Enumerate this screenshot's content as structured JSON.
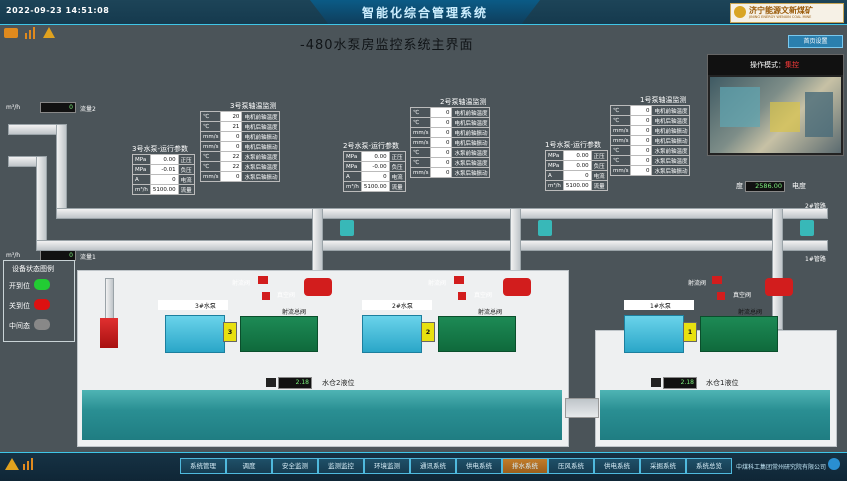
{
  "header": {
    "title": "智能化综合管理系统",
    "datetime": "2022-09-23  14:51:08",
    "logo_text": "济宁能源文新煤矿",
    "logo_sub": "JINING ENERGY WENXIN COAL MINE",
    "home_btn": "首页设置"
  },
  "main": {
    "page_title": "-480水泵房监控系统主界面",
    "video": {
      "label_prefix": "操作模式：",
      "label_value": "集控"
    },
    "power": {
      "label": "电度",
      "value": "2586.00"
    }
  },
  "flowmeters": [
    {
      "label": "流量2",
      "value": "0",
      "unit": "m³/h"
    },
    {
      "label": "流量1",
      "value": "0",
      "unit": "m³/h"
    }
  ],
  "pipes": {
    "main2": "2#管路",
    "main1": "1#管路"
  },
  "pumps": [
    {
      "number": "3",
      "sensor_title": "3号泵轴温监测",
      "sensor_rows": [
        {
          "label": "电机前轴温度",
          "value": "20",
          "unit": "℃"
        },
        {
          "label": "电机后轴温度",
          "value": "21",
          "unit": "℃"
        },
        {
          "label": "电机前轴振动",
          "value": "0",
          "unit": "mm/s"
        },
        {
          "label": "电机后轴振动",
          "value": "0",
          "unit": "mm/s"
        },
        {
          "label": "水泵前轴温度",
          "value": "22",
          "unit": "℃"
        },
        {
          "label": "水泵后轴温度",
          "value": "22",
          "unit": "℃"
        },
        {
          "label": "水泵后轴振动",
          "value": "0",
          "unit": "mm/s"
        }
      ],
      "param_title": "3号水泵-运行参数",
      "param_rows": [
        {
          "unit": "MPa",
          "value": "0.00",
          "label": "正压"
        },
        {
          "unit": "MPa",
          "value": "-0.01",
          "label": "负压"
        },
        {
          "unit": "A",
          "value": "0",
          "label": "电流"
        },
        {
          "unit": "m³/h",
          "value": "5100.00",
          "label": "流量"
        }
      ],
      "nameplate": "3#水泵",
      "vacuum_label": "真空阀",
      "jet_label": "射流阀",
      "jet_total_label": "射流总阀"
    },
    {
      "number": "2",
      "sensor_title": "2号泵轴温监测",
      "sensor_rows": [
        {
          "label": "电机前轴温度",
          "value": "0",
          "unit": "℃"
        },
        {
          "label": "电机后轴温度",
          "value": "0",
          "unit": "℃"
        },
        {
          "label": "电机前轴振动",
          "value": "0",
          "unit": "mm/s"
        },
        {
          "label": "电机后轴振动",
          "value": "0",
          "unit": "mm/s"
        },
        {
          "label": "水泵前轴温度",
          "value": "0",
          "unit": "℃"
        },
        {
          "label": "水泵后轴温度",
          "value": "0",
          "unit": "℃"
        },
        {
          "label": "水泵后轴振动",
          "value": "0",
          "unit": "mm/s"
        }
      ],
      "param_title": "2号水泵-运行参数",
      "param_rows": [
        {
          "unit": "MPa",
          "value": "0.00",
          "label": "正压"
        },
        {
          "unit": "MPa",
          "value": "-0.00",
          "label": "负压"
        },
        {
          "unit": "A",
          "value": "0",
          "label": "电流"
        },
        {
          "unit": "m³/h",
          "value": "5100.00",
          "label": "流量"
        }
      ],
      "nameplate": "2#水泵",
      "vacuum_label": "真空阀",
      "jet_label": "射流阀",
      "jet_total_label": "射流总阀"
    },
    {
      "number": "1",
      "sensor_title": "1号泵轴温监测",
      "sensor_rows": [
        {
          "label": "电机前轴温度",
          "value": "0",
          "unit": "℃"
        },
        {
          "label": "电机后轴温度",
          "value": "0",
          "unit": "℃"
        },
        {
          "label": "电机前轴振动",
          "value": "0",
          "unit": "mm/s"
        },
        {
          "label": "电机后轴振动",
          "value": "0",
          "unit": "mm/s"
        },
        {
          "label": "水泵前轴温度",
          "value": "0",
          "unit": "℃"
        },
        {
          "label": "水泵后轴温度",
          "value": "0",
          "unit": "℃"
        },
        {
          "label": "水泵后轴振动",
          "value": "0",
          "unit": "mm/s"
        }
      ],
      "param_title": "1号水泵-运行参数",
      "param_rows": [
        {
          "unit": "MPa",
          "value": "0.00",
          "label": "正压"
        },
        {
          "unit": "MPa",
          "value": "0.00",
          "label": "负压"
        },
        {
          "unit": "A",
          "value": "0",
          "label": "电流"
        },
        {
          "unit": "m³/h",
          "value": "5100.00",
          "label": "流量"
        }
      ],
      "nameplate": "1#水泵",
      "vacuum_label": "真空阀",
      "jet_label": "射流阀",
      "jet_total_label": "射流总阀"
    }
  ],
  "legend": {
    "title": "设备状态图例",
    "items": [
      {
        "label": "开到位",
        "color": "#22cc33"
      },
      {
        "label": "关到位",
        "color": "#dd1111"
      },
      {
        "label": "中间态",
        "color": "#888888"
      }
    ]
  },
  "tanks": [
    {
      "label": "水仓2液位",
      "value": "2.18",
      "unit": "m"
    },
    {
      "label": "水仓1液位",
      "value": "2.18",
      "unit": "m"
    }
  ],
  "footer": {
    "nav": [
      "系统管理",
      "调度",
      "安全监测",
      "监测监控",
      "环境监测",
      "通讯系统",
      "供电系统",
      "排水系统",
      "压风系统",
      "供电系统",
      "采掘系统",
      "系统总览"
    ],
    "active_index": 7,
    "company": "中煤科工集团常州研究院有限公司"
  }
}
